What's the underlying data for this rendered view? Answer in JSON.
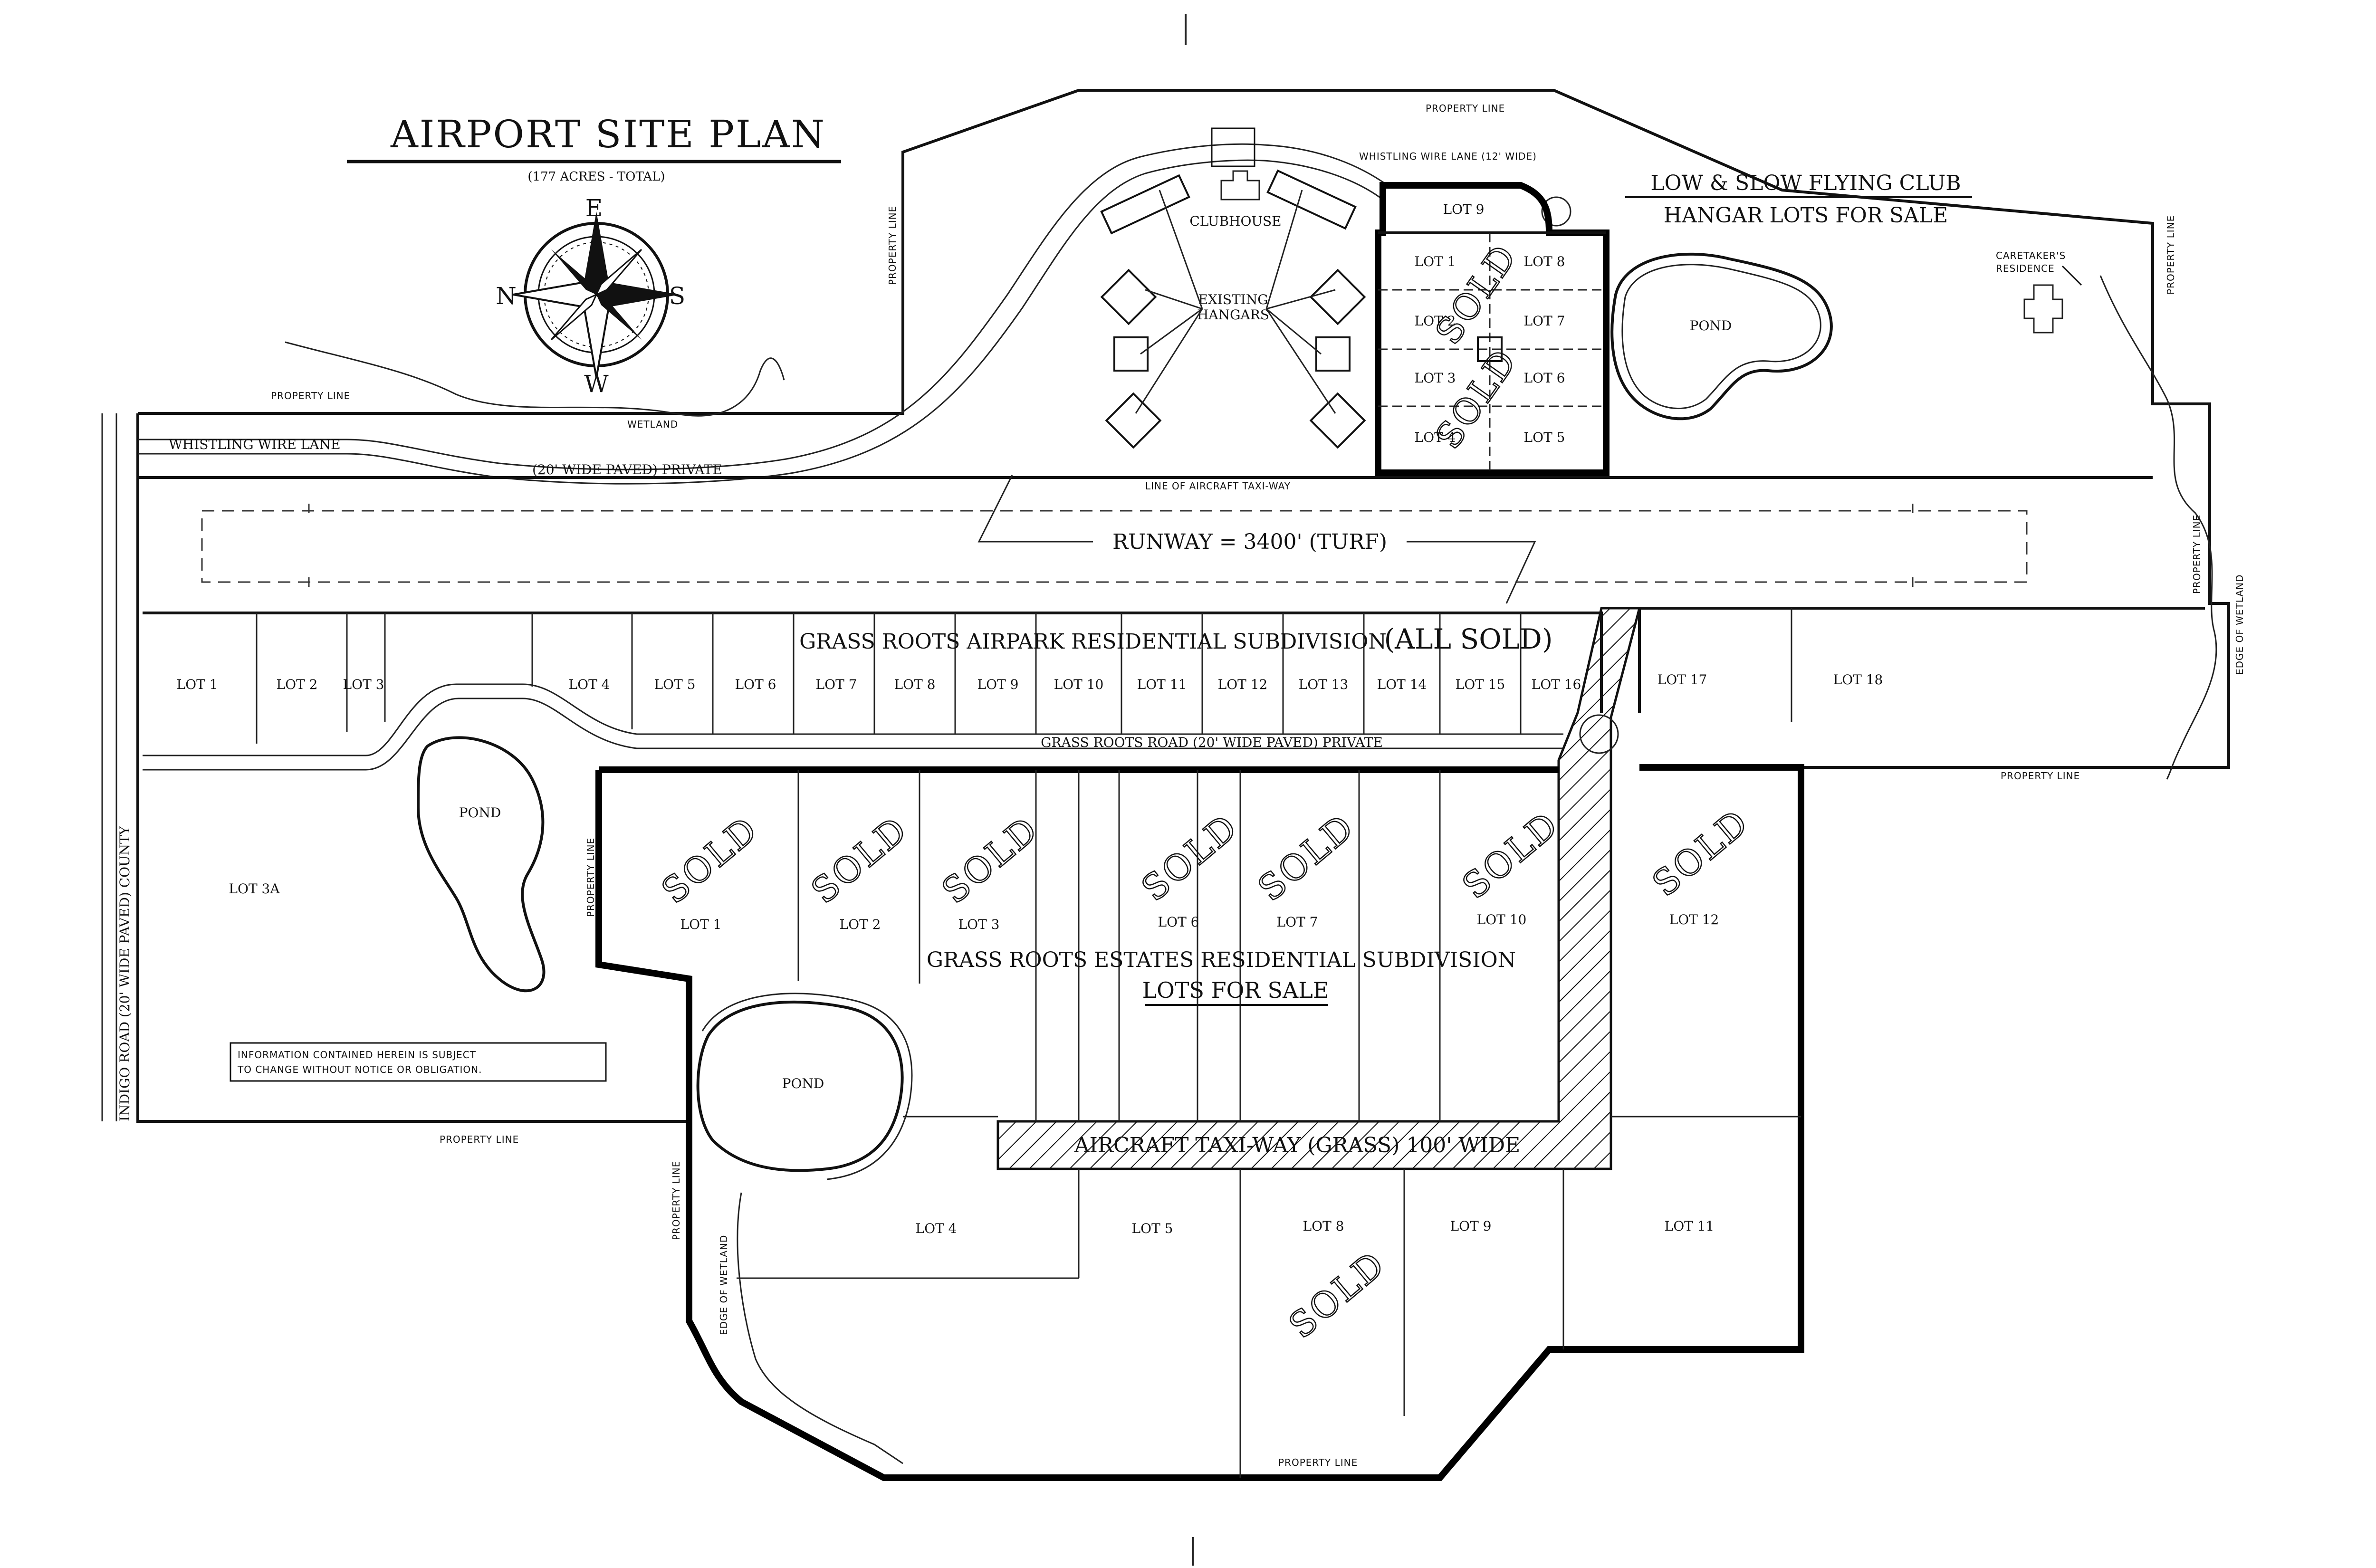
{
  "title": "AIRPORT SITE PLAN",
  "acreage": "(177 ACRES - TOTAL)",
  "compass": {
    "top": "E",
    "left": "N",
    "right": "S",
    "bottom": "W"
  },
  "labels": {
    "property_line": "PROPERTY LINE",
    "wetland": "WETLAND",
    "edge_of_wetland": "EDGE OF WETLAND",
    "whistling_wire_lane": "WHISTLING WIRE LANE",
    "whistling_wire_lane_12": "WHISTLING WIRE LANE (12' WIDE)",
    "paved_private": "(20' WIDE PAVED) PRIVATE",
    "taxiway_line": "LINE OF AIRCRAFT TAXI-WAY",
    "runway": "RUNWAY = 3400'  (TURF)",
    "clubhouse": "CLUBHOUSE",
    "existing_hangars_1": "EXISTING",
    "existing_hangars_2": "HANGARS",
    "club_title": "LOW & SLOW FLYING CLUB",
    "club_subtitle": "HANGAR LOTS FOR SALE",
    "pond": "POND",
    "caretaker_1": "CARETAKER'S",
    "caretaker_2": "RESIDENCE",
    "airpark_subdivision": "GRASS ROOTS AIRPARK RESIDENTIAL SUBDIVISION",
    "all_sold": "(ALL SOLD)",
    "grass_roots_road": "GRASS ROOTS ROAD   (20' WIDE PAVED)   PRIVATE",
    "estates_subdivision": "GRASS ROOTS ESTATES RESIDENTIAL SUBDIVISION",
    "lots_for_sale": "LOTS FOR SALE",
    "taxiway_grass": "AIRCRAFT TAXI-WAY (GRASS) 100' WIDE",
    "indigo_road": "INDIGO ROAD  (20' WIDE PAVED)  COUNTY",
    "disclaimer_1": "INFORMATION CONTAINED HEREIN IS SUBJECT",
    "disclaimer_2": "TO CHANGE WITHOUT NOTICE OR OBLIGATION.",
    "sold": "SOLD"
  },
  "hangar_lots": [
    "LOT 9",
    "LOT 1",
    "LOT 8",
    "LOT 2",
    "LOT 7",
    "LOT 3",
    "LOT 6",
    "LOT 4",
    "LOT 5"
  ],
  "airpark_lots": [
    "LOT 1",
    "LOT 2",
    "LOT 3",
    "LOT 4",
    "LOT 5",
    "LOT 6",
    "LOT 7",
    "LOT 8",
    "LOT 9",
    "LOT 10",
    "LOT 11",
    "LOT 12",
    "LOT 13",
    "LOT 14",
    "LOT 15",
    "LOT 16",
    "LOT 17",
    "LOT 18"
  ],
  "estates_lots": [
    "LOT 3A",
    "LOT 1",
    "LOT 2",
    "LOT 3",
    "LOT 6",
    "LOT 7",
    "LOT 10",
    "LOT 12",
    "LOT 4",
    "LOT 5",
    "LOT 8",
    "LOT 9",
    "LOT 11"
  ]
}
